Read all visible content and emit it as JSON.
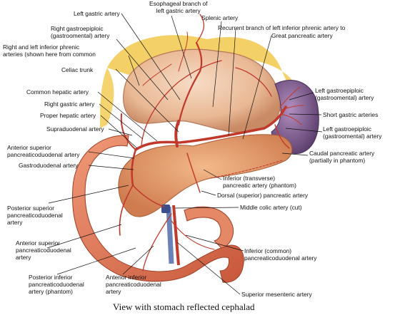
{
  "caption": "View with stomach reflected cephalad",
  "labels": {
    "esophageal_branch": "Esophageal branch of\nleft gastric artery",
    "left_gastric": "Left gastric artery",
    "splenic": "Splenic artery",
    "recurrent_branch": "Recurrent branch of left inferior phrenic artery to",
    "great_pancreatic": "Great pancreatic artery",
    "right_gastroepiploic_top": "Right gastroepiploic\n(gastroomental) artery",
    "inferior_phrenic": "Right and left inferior phrenic\narteries (shown here from common",
    "celiac_trunk": "Celiac trunk",
    "common_hepatic": "Common hepatic artery",
    "right_gastric": "Right gastric artery",
    "proper_hepatic": "Proper hepatic artery",
    "supraduodenal": "Supraduodenal artery",
    "ant_sup_pd_1": "Anterior superior\npancreaticoduodenal artery",
    "gastroduodenal": "Gastroduodenal artery",
    "post_sup_pd": "Posterior superior\npancreaticoduodenal\nartery",
    "ant_sup_pd_2": "Anterior superior\npancreaticoduodenal\nartery",
    "post_inf_pd": "Posterior inferior\npancreaticoduodenal\nartery (phantom)",
    "ant_inf_pd": "Anterior inferior\npancreaticoduodenal\nartery",
    "left_gastroepiploic_1": "Left gastroepiploic\n(gastroomental) artery",
    "short_gastric": "Short gastric arteries",
    "left_gastroepiploic_2": "Left gastroepiploic\n(gastroomental)  artery",
    "caudal_pancreatic": "Caudal pancreatic artery\n(partially in phantom)",
    "inferior_transverse": "Inferior (transverse)\npancreatic artery (phantom)",
    "dorsal_pancreatic": "Dorsal (superior) pancreatic artery",
    "middle_colic": "Middle colic artery (cut)",
    "inferior_common": "Inferior (common)\npancreaticoduodenal artery",
    "superior_mesenteric": "Superior mesenteric artery"
  },
  "colors": {
    "artery": "#c0392b",
    "stomach": "#f0c8a8",
    "pancreas": "#e8a070",
    "spleen": "#7d5a8c",
    "fat": "#f2c94c",
    "duodenum": "#e07a5a"
  }
}
